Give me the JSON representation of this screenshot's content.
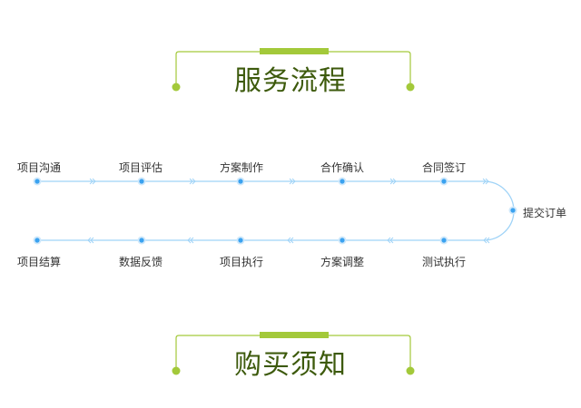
{
  "colors": {
    "accent": "#a3c93a",
    "title": "#3d5a0c",
    "line": "#9fd3f7",
    "node": "#3aa2f0"
  },
  "section1": {
    "title": "服务流程"
  },
  "section2": {
    "title": "购买须知"
  },
  "process": {
    "top": [
      "项目沟通",
      "项目评估",
      "方案制作",
      "合作确认",
      "合同签订"
    ],
    "right": "提交订单",
    "bottom": [
      "测试执行",
      "方案调整",
      "项目执行",
      "数据反馈",
      "项目结算"
    ]
  }
}
